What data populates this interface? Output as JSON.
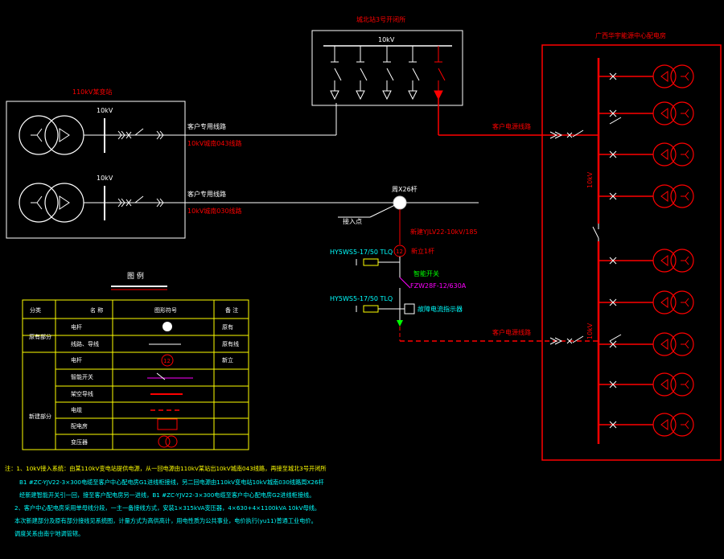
{
  "substation_110kv": {
    "label": "110kV某变站",
    "bus1_label": "10kV",
    "bus2_label": "10kV"
  },
  "lines": {
    "line1_top": "客户专用线路",
    "line1_bottom": "10kV城南043线路",
    "line2_top": "客户专用线路",
    "line2_bottom": "10kV城南030线路"
  },
  "switchgear": {
    "label": "城北站3号开闭所",
    "bus_label": "10kV"
  },
  "customer": {
    "label": "广西华宇能源中心配电房",
    "bus1_label": "10kV",
    "bus2_label": "10kV"
  },
  "feeders": {
    "upper": "客户电源线路",
    "lower": "客户电源线路"
  },
  "pole": {
    "name": "周X26杆",
    "access_point": "接入点",
    "cable": "新建YJLV22-10kV/185",
    "new_pole": "新立1杆",
    "breaker_title": "智能开关",
    "breaker_model": "FZW28F-12/630A",
    "arrester1": "HY5WS5-17/50 TLQ",
    "arrester2": "HY5WS5-17/50 TLQ",
    "fault_indicator": "故障电流指示器"
  },
  "legend": {
    "title": "图 例",
    "headers": [
      "分类",
      "名 称",
      "图形符号",
      "备 注"
    ],
    "group1": "原有部分",
    "group2": "新建部分",
    "rows": [
      {
        "name": "电杆",
        "note": "原有"
      },
      {
        "name": "线路、导线",
        "note": "原有线"
      },
      {
        "name": "电杆",
        "note": "新立"
      },
      {
        "name": "智能开关",
        "note": ""
      },
      {
        "name": "架空导线",
        "note": ""
      },
      {
        "name": "电缆",
        "note": ""
      },
      {
        "name": "配电房",
        "note": ""
      },
      {
        "name": "变压器",
        "note": ""
      }
    ]
  },
  "notes": [
    "注：1、10kV接入系统：由某110kV变电站提供电源，从一回电源由110kV某站出10kV城南043线路，再接至城北3号开闭所",
    "B1  #ZC-YJV22-3×300电缆至客户中心配电房G1进线柜接线，另二回电源由110kV变电站10kV城南030线路周X26杆",
    "经新建智能开关引一回，接至客户配电房另一进线，B1 #ZC-YJV22-3×300电缆至客户中心配电房G2进线柜接线。",
    "2、客户中心配电房采用单母线分段，一主一备接线方式，安装1×315kVA变压器，4×630+4×1100kVA  10kV母线。",
    "本次新建部分及原有部分接线见系统图，计量方式为高供高计，用电性质为公共事业，电价执行(yu11)普通工业电价。",
    "调度关系由南宁地调管辖。"
  ],
  "colors": {
    "white": "#ffffff",
    "red": "#ff0000",
    "yellow": "#ffff00",
    "green": "#00ff00",
    "cyan": "#00ffff",
    "magenta": "#ff00ff"
  }
}
